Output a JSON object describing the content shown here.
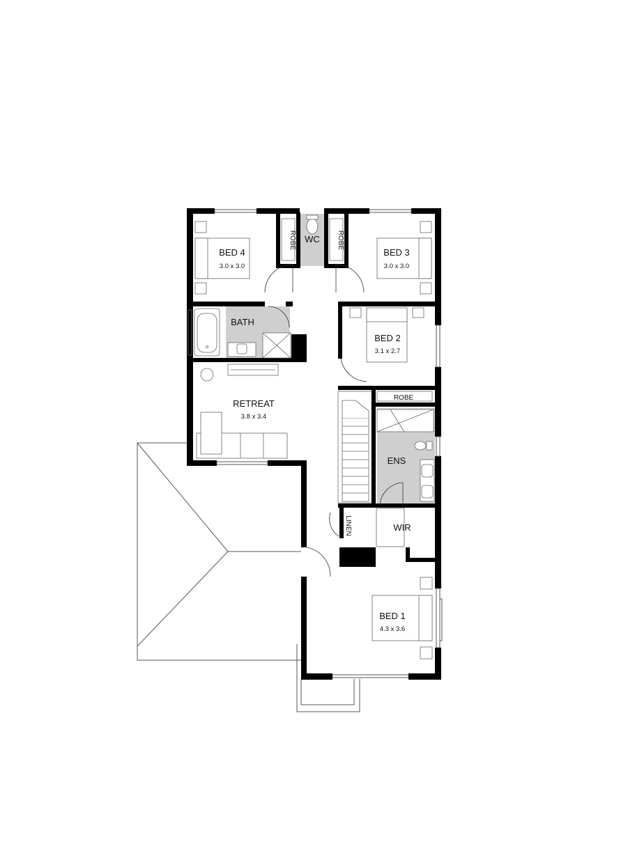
{
  "rooms": {
    "bed4": {
      "name": "BED 4",
      "size": "3.0 x 3.0"
    },
    "wc": {
      "name": "WC"
    },
    "robe_left": {
      "name": "ROBE"
    },
    "robe_right": {
      "name": "ROBE"
    },
    "bed3": {
      "name": "BED 3",
      "size": "3.0 x 3.0"
    },
    "bath": {
      "name": "BATH"
    },
    "bed2": {
      "name": "BED 2",
      "size": "3.1 x 2.7"
    },
    "robe_bed2": {
      "name": "ROBE"
    },
    "retreat": {
      "name": "RETREAT",
      "size": "3.8 x 3.4"
    },
    "ens": {
      "name": "ENS"
    },
    "linen": {
      "name": "LINEN"
    },
    "wir": {
      "name": "WIR"
    },
    "bed1": {
      "name": "BED 1",
      "size": "4.3 x 3.6"
    }
  },
  "colors": {
    "wall": "#000000",
    "wet_area": "#cfcfcf",
    "background": "#ffffff"
  }
}
